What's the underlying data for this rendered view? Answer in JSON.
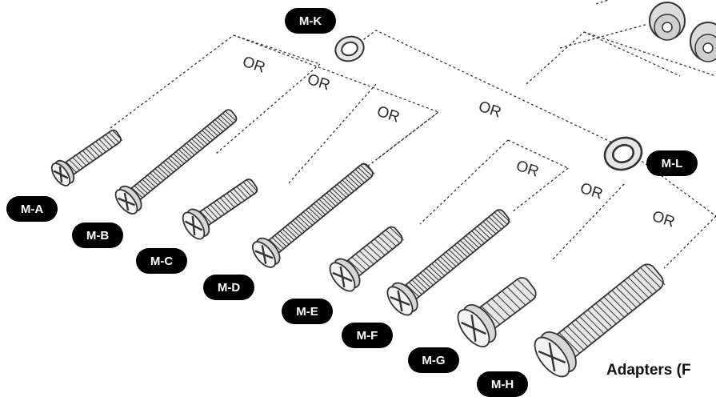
{
  "connector_label": "OR",
  "screws": [
    {
      "id": "M-A"
    },
    {
      "id": "M-B"
    },
    {
      "id": "M-C"
    },
    {
      "id": "M-D"
    },
    {
      "id": "M-E"
    },
    {
      "id": "M-F"
    },
    {
      "id": "M-G"
    },
    {
      "id": "M-H"
    }
  ],
  "washers": [
    {
      "id": "M-K"
    },
    {
      "id": "M-L"
    }
  ],
  "caption": "Adapters (F",
  "colors": {
    "badge": "#000000",
    "line": "#333333",
    "part_fill": "#e6e6e6",
    "part_stroke": "#333333"
  }
}
